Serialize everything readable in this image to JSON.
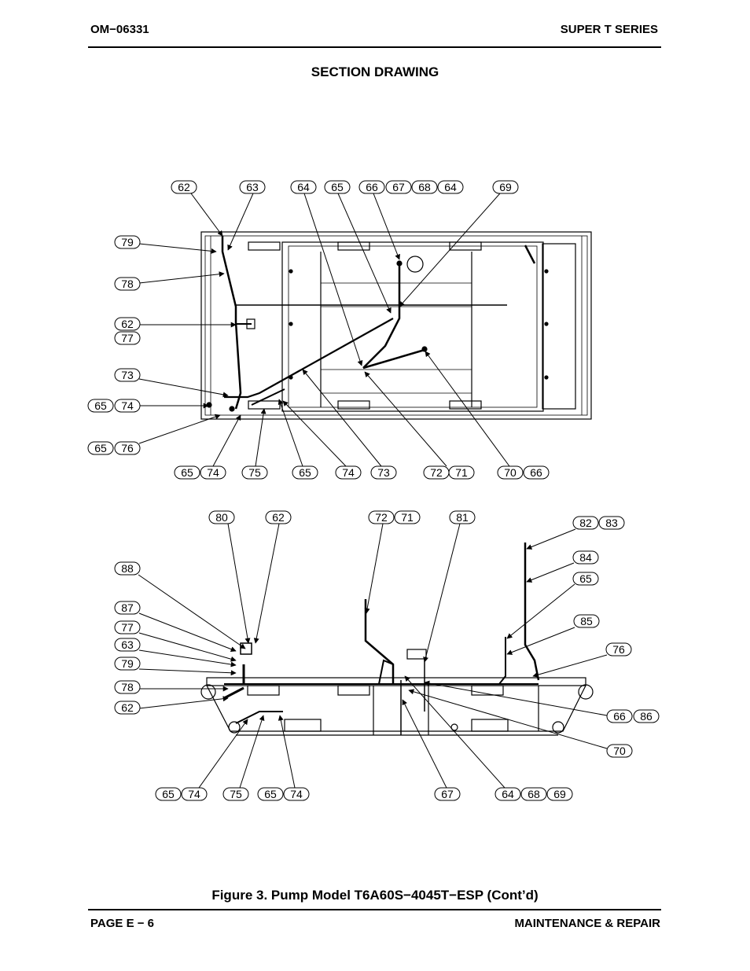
{
  "header": {
    "doc_id": "OM−06331",
    "series": "SUPER T SERIES"
  },
  "section_title": "SECTION DRAWING",
  "top_view_callouts": [
    {
      "id": "t62",
      "label": "62"
    },
    {
      "id": "t63",
      "label": "63"
    },
    {
      "id": "t64",
      "label": "64"
    },
    {
      "id": "t65a",
      "label": "65"
    },
    {
      "id": "t66",
      "label": "66"
    },
    {
      "id": "t67",
      "label": "67"
    },
    {
      "id": "t68",
      "label": "68"
    },
    {
      "id": "t64b",
      "label": "64"
    },
    {
      "id": "t69",
      "label": "69"
    },
    {
      "id": "t79",
      "label": "79"
    },
    {
      "id": "t78",
      "label": "78"
    },
    {
      "id": "t62b",
      "label": "62"
    },
    {
      "id": "t77",
      "label": "77"
    },
    {
      "id": "t73",
      "label": "73"
    },
    {
      "id": "t65b",
      "label": "65"
    },
    {
      "id": "t74",
      "label": "74"
    },
    {
      "id": "t65c",
      "label": "65"
    },
    {
      "id": "t76",
      "label": "76"
    },
    {
      "id": "t65d",
      "label": "65"
    },
    {
      "id": "t74b",
      "label": "74"
    },
    {
      "id": "t75",
      "label": "75"
    },
    {
      "id": "t65e",
      "label": "65"
    },
    {
      "id": "t74c",
      "label": "74"
    },
    {
      "id": "t73b",
      "label": "73"
    },
    {
      "id": "t72",
      "label": "72"
    },
    {
      "id": "t71",
      "label": "71"
    },
    {
      "id": "t70",
      "label": "70"
    },
    {
      "id": "t66b",
      "label": "66"
    }
  ],
  "side_view_callouts": [
    {
      "id": "s80",
      "label": "80"
    },
    {
      "id": "s62",
      "label": "62"
    },
    {
      "id": "s72",
      "label": "72"
    },
    {
      "id": "s71",
      "label": "71"
    },
    {
      "id": "s81",
      "label": "81"
    },
    {
      "id": "s82",
      "label": "82"
    },
    {
      "id": "s83",
      "label": "83"
    },
    {
      "id": "s88",
      "label": "88"
    },
    {
      "id": "s84",
      "label": "84"
    },
    {
      "id": "s65",
      "label": "65"
    },
    {
      "id": "s87",
      "label": "87"
    },
    {
      "id": "s77",
      "label": "77"
    },
    {
      "id": "s85",
      "label": "85"
    },
    {
      "id": "s63",
      "label": "63"
    },
    {
      "id": "s76",
      "label": "76"
    },
    {
      "id": "s79",
      "label": "79"
    },
    {
      "id": "s78",
      "label": "78"
    },
    {
      "id": "s62b",
      "label": "62"
    },
    {
      "id": "s66",
      "label": "66"
    },
    {
      "id": "s86",
      "label": "86"
    },
    {
      "id": "s70",
      "label": "70"
    },
    {
      "id": "s65b",
      "label": "65"
    },
    {
      "id": "s74",
      "label": "74"
    },
    {
      "id": "s75",
      "label": "75"
    },
    {
      "id": "s65c",
      "label": "65"
    },
    {
      "id": "s74b",
      "label": "74"
    },
    {
      "id": "s67",
      "label": "67"
    },
    {
      "id": "s64",
      "label": "64"
    },
    {
      "id": "s68",
      "label": "68"
    },
    {
      "id": "s69",
      "label": "69"
    }
  ],
  "caption": "Figure 3.  Pump Model T6A60S−4045T−ESP (Cont’d)",
  "footer": {
    "page": "PAGE E − 6",
    "section": "MAINTENANCE & REPAIR"
  }
}
